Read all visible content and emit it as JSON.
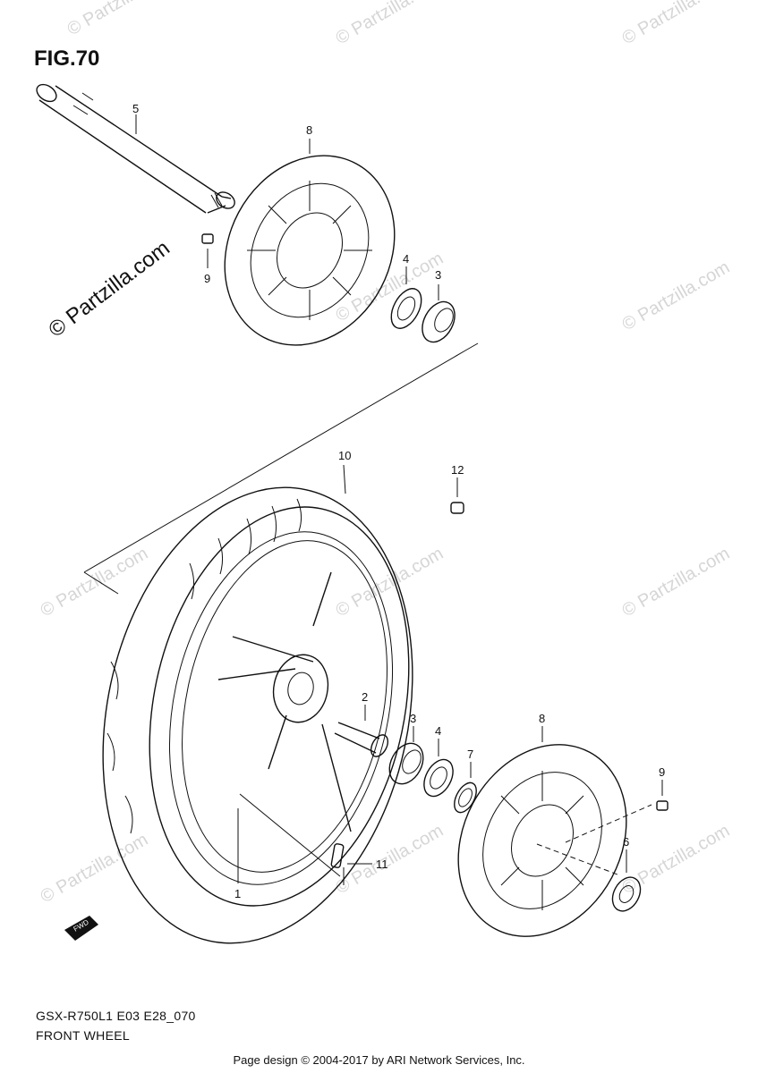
{
  "figure": {
    "title": "FIG.70",
    "model_code": "GSX-R750L1  E03  E28_070",
    "section_name": "FRONT WHEEL",
    "credit": "Page design © 2004-2017 by ARI Network Services, Inc."
  },
  "watermark": {
    "text": "© Partzilla.com",
    "color": "#d6d6d6"
  },
  "callouts": {
    "c1": "1",
    "c2": "2",
    "c3a": "3",
    "c3b": "3",
    "c4a": "4",
    "c4b": "4",
    "c5": "5",
    "c6": "6",
    "c7": "7",
    "c8a": "8",
    "c8b": "8",
    "c9a": "9",
    "c9b": "9",
    "c10": "10",
    "c11": "11",
    "c12": "12"
  },
  "fwd_arrow": {
    "label": "FWD"
  }
}
